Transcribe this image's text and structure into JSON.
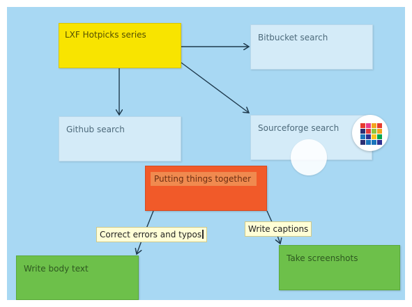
{
  "mindmap": {
    "nodes": {
      "lxf_hotpicks": "LXF Hotpicks series",
      "bitbucket": "Bitbucket search",
      "github": "Github search",
      "sourceforge": "Sourceforge search",
      "putting_together": "Putting things together",
      "write_body": "Write body text",
      "take_screenshots": "Take screenshots"
    },
    "link_labels": {
      "errors": "Correct errors and typos",
      "captions": "Write captions"
    }
  },
  "colors": {
    "canvas": "#a8d8f3",
    "yellow_note": "#f8e400",
    "light_note": "#d4ebf8",
    "orange_note": "#f15a29",
    "green_note": "#6dc04a",
    "link_label": "#fffed6",
    "wire": "#1f3a4d"
  },
  "icons": {
    "sourceforge_badge": "sourceforge-logo-icon",
    "ghost_circle": "placeholder-circle-icon"
  }
}
